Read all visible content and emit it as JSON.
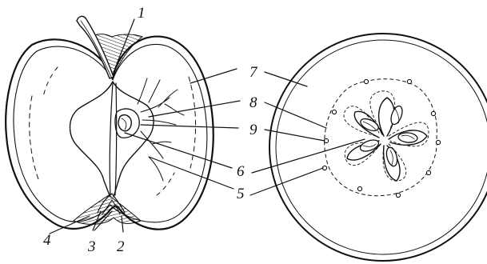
{
  "figure": {
    "callouts": [
      {
        "id": "1",
        "text": "1"
      },
      {
        "id": "2",
        "text": "2"
      },
      {
        "id": "3",
        "text": "3"
      },
      {
        "id": "4",
        "text": "4"
      },
      {
        "id": "5",
        "text": "5"
      },
      {
        "id": "6",
        "text": "6"
      },
      {
        "id": "7",
        "text": "7"
      },
      {
        "id": "8",
        "text": "8"
      },
      {
        "id": "9",
        "text": "9"
      }
    ],
    "colors": {
      "ink": "#111111",
      "paper": "#ffffff"
    }
  }
}
